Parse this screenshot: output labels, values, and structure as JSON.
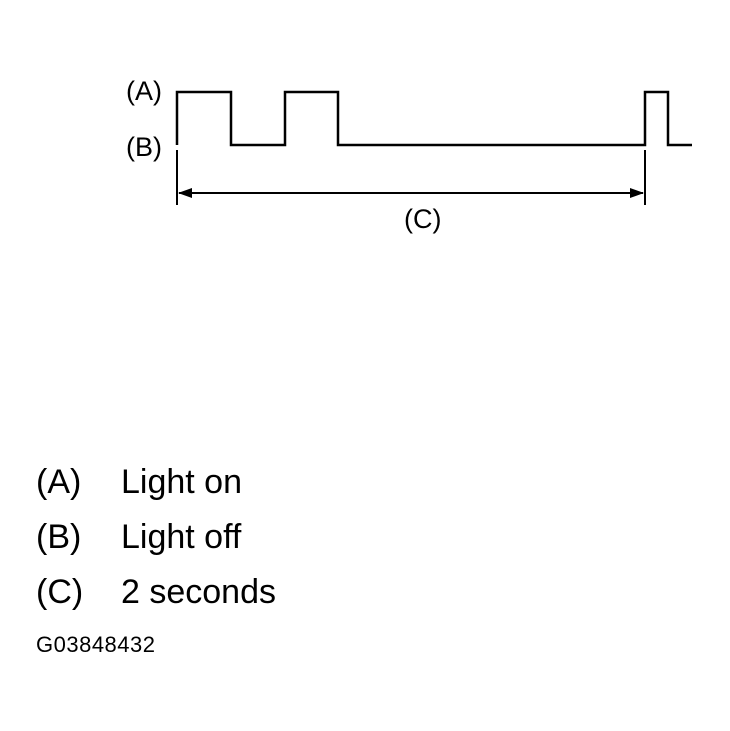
{
  "diagram": {
    "wave_labels": {
      "high": "(A)",
      "low": "(B)",
      "span": "(C)"
    },
    "colors": {
      "line": "#000000",
      "background": "#ffffff"
    }
  },
  "legend": [
    {
      "key": "(A)",
      "text": "Light on"
    },
    {
      "key": "(B)",
      "text": "Light off"
    },
    {
      "key": "(C)",
      "text": "2 seconds"
    }
  ],
  "figure_id": "G03848432"
}
